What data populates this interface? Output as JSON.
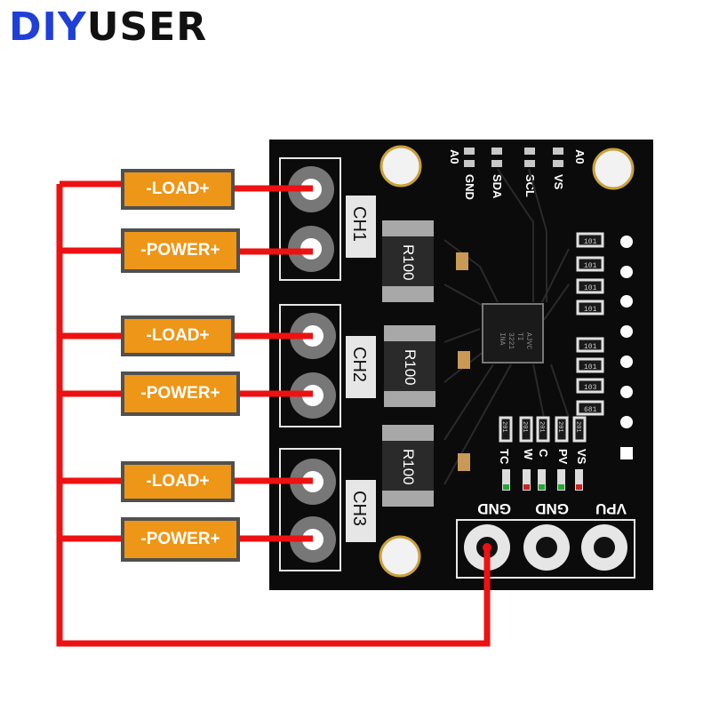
{
  "brand": {
    "part1": "DIY",
    "part2": "USER"
  },
  "labels": [
    "-LOAD+",
    "-POWER+",
    "-LOAD+",
    "-POWER+",
    "-LOAD+",
    "-POWER+"
  ],
  "channels": [
    "CH1",
    "CH2",
    "CH3"
  ],
  "resistors": [
    "R100",
    "R100",
    "R100"
  ],
  "top_pins_upper": [
    "A0",
    "A0"
  ],
  "top_pins_lower": [
    "GND",
    "SDA",
    "SCL",
    "VS"
  ],
  "led_labels": [
    "TC",
    "W",
    "C",
    "PV",
    "VS"
  ],
  "bottom_pins": [
    "GND",
    "GND",
    "VPU"
  ],
  "chip_marking": [
    "INA",
    "3221",
    "TI",
    "AJVC"
  ],
  "smd_codes": [
    "101",
    "101",
    "101",
    "101",
    "101",
    "101",
    "103",
    "681",
    "201",
    "201",
    "201",
    "201",
    "201"
  ],
  "colors": {
    "wire": "#ee1111",
    "label_fill": "#ee9618",
    "label_border": "#505050",
    "board": "#0b0b0b",
    "brand_blue": "#1f3fd6"
  }
}
